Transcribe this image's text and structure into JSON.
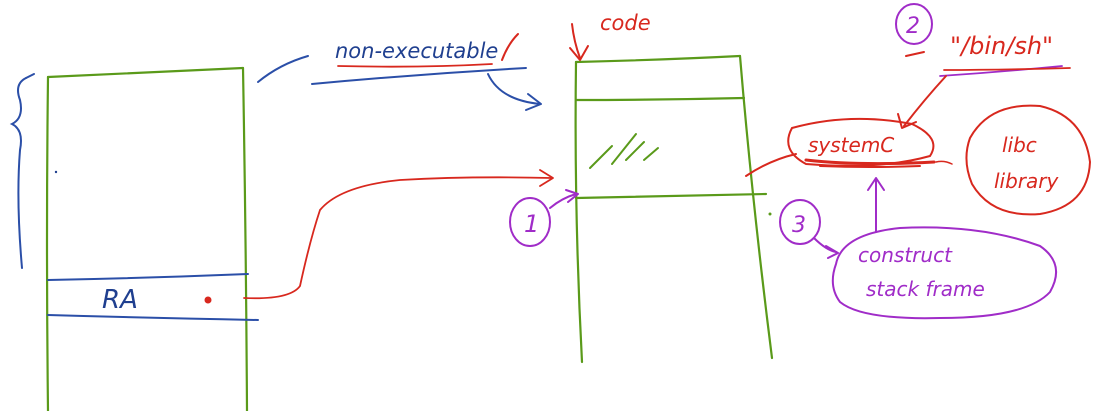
{
  "labels": {
    "non_executable": "non-executable",
    "code": "code",
    "ra": "RA",
    "system": "systemC",
    "binsh": "\"/bin/sh\"",
    "libc_line1": "libc",
    "libc_line2": "library",
    "construct_line1": "construct",
    "construct_line2": "stack frame",
    "step1": "1",
    "step2": "2",
    "step3": "3"
  },
  "colors": {
    "stack_outline": "#5a9a1a",
    "annotation_blue": "#2b4fa8",
    "annotation_red": "#d8281e",
    "annotation_purple": "#a02cc8",
    "ink": "#1f3f8f"
  }
}
